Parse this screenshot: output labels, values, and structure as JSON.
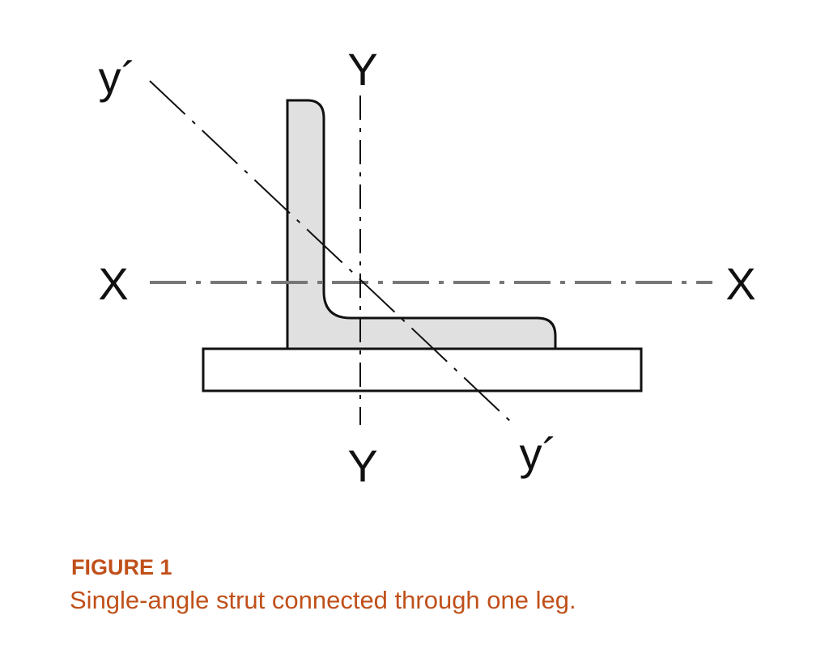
{
  "figure": {
    "axis_labels": {
      "y_top": "Y",
      "y_bottom": "Y",
      "x_left": "X",
      "x_right": "X",
      "yp_top": "y´",
      "yp_bottom": "y´"
    },
    "number": "FIGURE 1",
    "caption": "Single-angle strut connected through one leg.",
    "colors": {
      "caption": "#c0501a",
      "angle_fill": "#e0e0e0",
      "outline": "#111111",
      "x_axis": "#777777"
    }
  }
}
